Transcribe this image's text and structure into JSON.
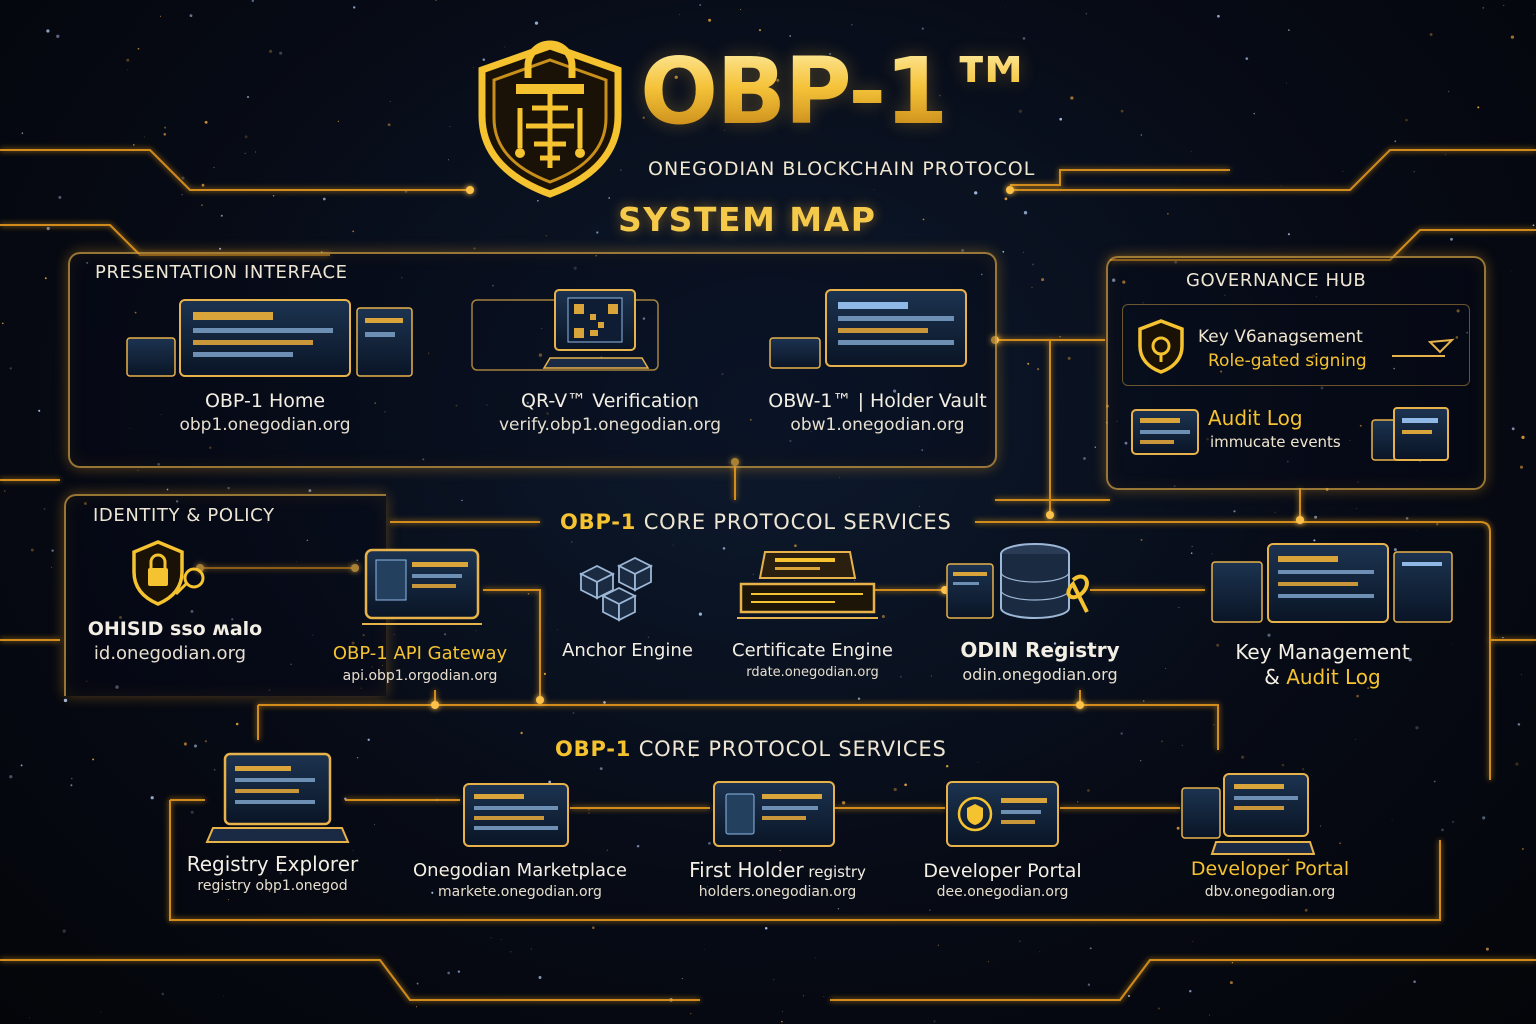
{
  "header": {
    "brand": "OBP-1™",
    "subtitle": "ONEGODIAN BLOCKCHAIN PROTOCOL",
    "map_title": "SYSTEM MAP"
  },
  "presentation": {
    "section_label": "PRESENTATION INTERFACE",
    "nodes": [
      {
        "label": "OBP-1 Home",
        "url": "obp1.onegodian.org"
      },
      {
        "label": "QR-V™ Verification",
        "url": "verify.obp1.onegodian.org"
      },
      {
        "label": "OBW-1™ | Holder Vault",
        "url": "obw1.onegodian.org"
      }
    ]
  },
  "governance": {
    "section_label": "GOVERNANCE HUB",
    "key_line1": "Key V6anagsement",
    "key_line2": "Role-gated signing",
    "audit_title": "Audit Log",
    "audit_sub": "immucate events"
  },
  "identity": {
    "section_label": "IDENTITY & POLICY"
  },
  "core_band_1": {
    "highlight": "OBP-1",
    "rest": " CORE PROTOCOL SERVICES"
  },
  "core_nodes": [
    {
      "label": "OHISID sso ʍalo",
      "url": "id.onegodian.org"
    },
    {
      "label": "OBP-1 API Gateway",
      "url": "api.obp1.orgodian.org"
    },
    {
      "label": "Anchor Engine",
      "url": ""
    },
    {
      "label": "Certificate Engine",
      "url": "rdate.onegodian.org"
    },
    {
      "label": "ODIN Registry",
      "url": "odin.onegodian.org"
    },
    {
      "label_line1": "Key Management",
      "label_amp": "& ",
      "label_gold": "Audit Log"
    }
  ],
  "core_band_2": {
    "highlight": "OBP-1",
    "rest": " CORE PROTOCOL SERVICES"
  },
  "bottom_nodes": [
    {
      "label": "Registry Explorer",
      "url": "registry obp1.onegod"
    },
    {
      "label": "Onegodian Marketplace",
      "url": "markete.onegodian.org"
    },
    {
      "label": "First Holder",
      "label_small": " registry",
      "url": "holders.onegodian.org"
    },
    {
      "label": "Developer Portal",
      "url": "dee.onegodian.org"
    },
    {
      "label": "Developer Portal",
      "url": "dbv.onegodian.org"
    }
  ],
  "colors": {
    "gold": "#f5c230",
    "line": "#f0a21e",
    "bg": "#070b16"
  }
}
